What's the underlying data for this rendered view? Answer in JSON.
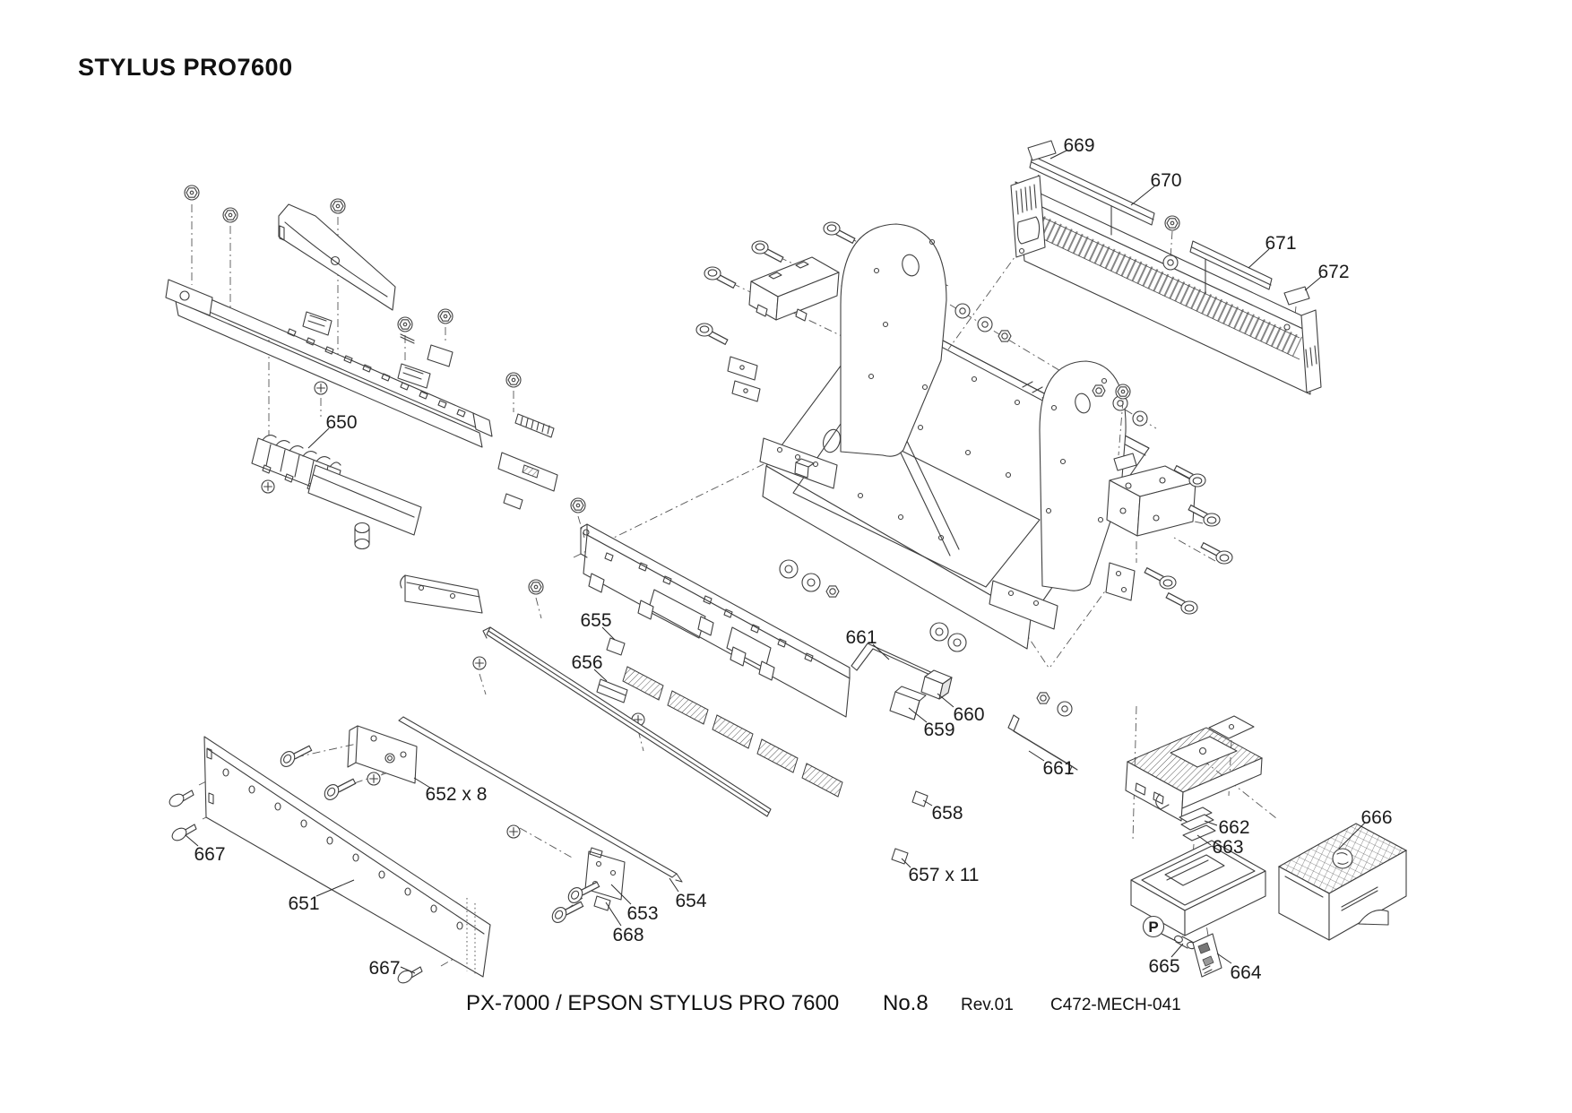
{
  "title": "STYLUS PRO7600",
  "footer": {
    "model": "PX-7000 / EPSON STYLUS PRO 7600",
    "sheet": "No.8",
    "revision": "Rev.01",
    "doc_code": "C472-MECH-041"
  },
  "marker": {
    "label": "P"
  },
  "colors": {
    "ink": "#3f3f3f",
    "label": "#1b1b1b",
    "background": "#ffffff"
  },
  "callouts": [
    {
      "ref": "650",
      "label": "650"
    },
    {
      "ref": "651",
      "label": "651"
    },
    {
      "ref": "652",
      "label": "652 x 8"
    },
    {
      "ref": "653",
      "label": "653"
    },
    {
      "ref": "654",
      "label": "654"
    },
    {
      "ref": "655",
      "label": "655"
    },
    {
      "ref": "656",
      "label": "656"
    },
    {
      "ref": "657",
      "label": "657 x 11"
    },
    {
      "ref": "658",
      "label": "658"
    },
    {
      "ref": "659",
      "label": "659"
    },
    {
      "ref": "660",
      "label": "660"
    },
    {
      "ref": "661",
      "label": "661"
    },
    {
      "ref": "661",
      "label": "661"
    },
    {
      "ref": "662",
      "label": "662"
    },
    {
      "ref": "663",
      "label": "663"
    },
    {
      "ref": "664",
      "label": "664"
    },
    {
      "ref": "665",
      "label": "665"
    },
    {
      "ref": "666",
      "label": "666"
    },
    {
      "ref": "667",
      "label": "667"
    },
    {
      "ref": "667",
      "label": "667"
    },
    {
      "ref": "668",
      "label": "668"
    },
    {
      "ref": "669",
      "label": "669"
    },
    {
      "ref": "670",
      "label": "670"
    },
    {
      "ref": "671",
      "label": "671"
    },
    {
      "ref": "672",
      "label": "672"
    }
  ]
}
